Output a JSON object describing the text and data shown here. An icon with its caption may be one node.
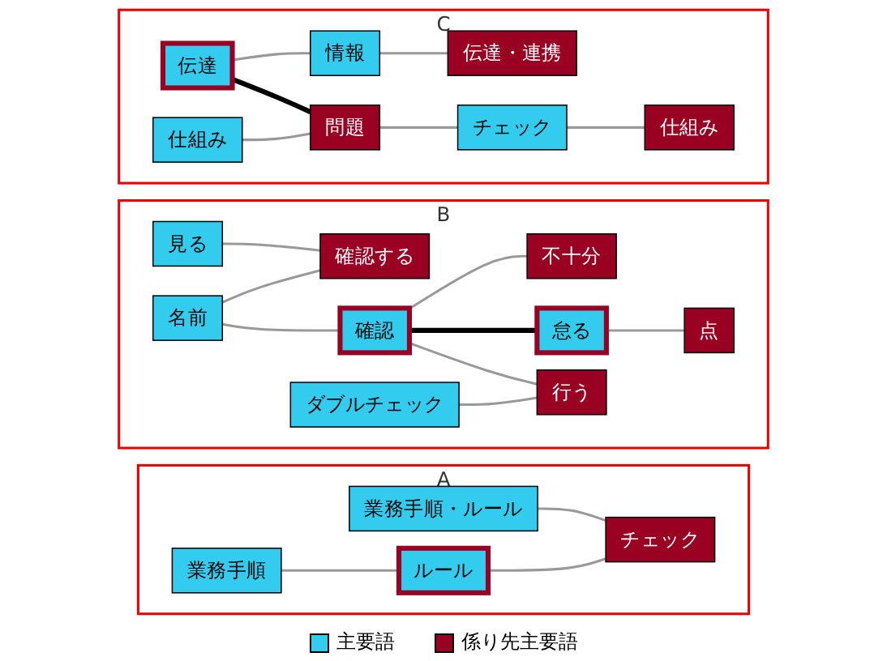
{
  "diagram": {
    "nodes": [
      {
        "text": [
          "A"
        ]
      },
      {
        "text": [
          "業務手順・ルール"
        ],
        "in": 0
      },
      {
        "text": [
          "チェック"
        ],
        "in": 0
      },
      {
        "text": [
          "業務手順"
        ],
        "in": 0
      },
      {
        "text": [
          "ルール"
        ],
        "in": 0
      },
      {
        "text": [
          "B"
        ]
      },
      {
        "text": [
          "見る"
        ],
        "in": 5
      },
      {
        "text": [
          "確認する"
        ],
        "in": 5
      },
      {
        "text": [
          "不十分"
        ],
        "in": 5
      },
      {
        "text": [
          "名前"
        ],
        "in": 5
      },
      {
        "text": [
          "確認"
        ],
        "in": 5
      },
      {
        "text": [
          "怠る"
        ],
        "in": 5
      },
      {
        "text": [
          "点"
        ],
        "in": 5
      },
      {
        "text": [
          "ダブルチェック"
        ],
        "in": 5
      },
      {
        "text": [
          "行う"
        ],
        "in": 5
      },
      {
        "text": [
          "C"
        ]
      },
      {
        "text": [
          "伝達"
        ],
        "in": 15
      },
      {
        "text": [
          "情報"
        ],
        "in": 15
      },
      {
        "text": [
          "伝達・連携"
        ],
        "in": 15
      },
      {
        "text": [
          "仕組み"
        ],
        "in": 15
      },
      {
        "text": [
          "問題"
        ],
        "in": 15
      },
      {
        "text": [
          "チェック"
        ],
        "in": 15
      },
      {
        "text": [
          "仕組み"
        ],
        "in": 15
      }
    ],
    "edges": [
      {
        "from": 1,
        "to": 2,
        "arrow": "none"
      },
      {
        "from": 3,
        "to": 4,
        "arrow": "none"
      },
      {
        "from": 4,
        "to": 2,
        "arrow": "none"
      },
      {
        "from": 6,
        "to": 7,
        "arrow": "none"
      },
      {
        "from": 9,
        "to": 7,
        "arrow": "none"
      },
      {
        "from": 9,
        "to": 10,
        "arrow": "none"
      },
      {
        "from": 10,
        "to": 8,
        "arrow": "none"
      },
      {
        "from": 10,
        "to": 11,
        "arrow": "none",
        "style": "thick",
        "color": "#000000"
      },
      {
        "from": 11,
        "to": 12,
        "arrow": "none"
      },
      {
        "from": 10,
        "to": 14,
        "arrow": "none"
      },
      {
        "from": 13,
        "to": 14,
        "arrow": "none"
      },
      {
        "from": 16,
        "to": 17,
        "arrow": "none"
      },
      {
        "from": 17,
        "to": 18,
        "arrow": "none"
      },
      {
        "from": 16,
        "to": 20,
        "arrow": "none",
        "style": "thick",
        "color": "#000000"
      },
      {
        "from": 19,
        "to": 20,
        "arrow": "none"
      },
      {
        "from": 20,
        "to": 21,
        "arrow": "none"
      },
      {
        "from": 21,
        "to": 22,
        "arrow": "none"
      }
    ],
    "legend": [
      {
        "text": "主要語",
        "color": "#33ccee"
      },
      {
        "text": "係り先主要語",
        "color": "#990022"
      }
    ]
  }
}
